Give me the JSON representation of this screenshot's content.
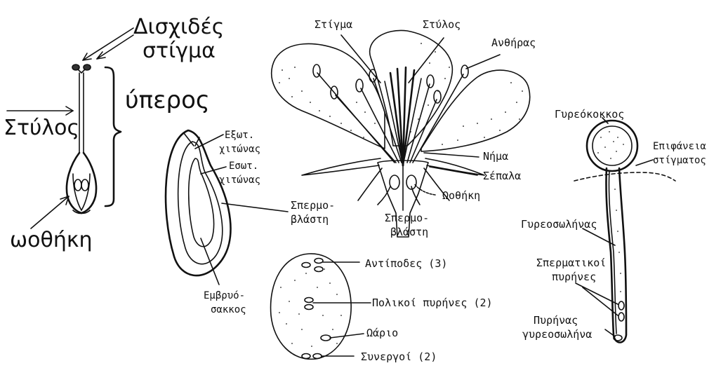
{
  "pistil": {
    "stigma_label_line1": "Δισχιδές",
    "stigma_label_line2": "στίγμα",
    "pistil_label": "ύπερος",
    "style_label": "Στύλος",
    "ovary_label": "ωοθήκη"
  },
  "flower": {
    "stigma": "Στίγμα",
    "style": "Στύλος",
    "anther": "Ανθήρας",
    "filament": "Νήμα",
    "sepal": "Σέπαλα",
    "ovary": "Ωοθήκη",
    "ovule_left": "Σπερμο-βλάστη",
    "ovule_right": "Σπερμο-βλάστη"
  },
  "ovule": {
    "outer_integument": "Εξωτ. χιτώνας",
    "inner_integument": "Εσωτ. χιτώνας",
    "ovule_label": "Σπερμο-βλάστη",
    "embryo_sac": "Εμβρυό-σακκος"
  },
  "embryo_sac": {
    "antipodals": "Αντίποδες (3)",
    "polar_nuclei": "Πολικοί πυρήνες (2)",
    "egg": "Ωάριο",
    "synergids": "Συνεργοί (2)"
  },
  "pollen": {
    "grain": "Γυρεόκοκκος",
    "stigma_surface": "Επιφάνεια στίγματος",
    "tube": "Γυρεοσωλήνας",
    "sperm_nuclei": "Σπερματικοί πυρήνες",
    "tube_nucleus": "Πυρήνας γυρεοσωλήνα"
  }
}
